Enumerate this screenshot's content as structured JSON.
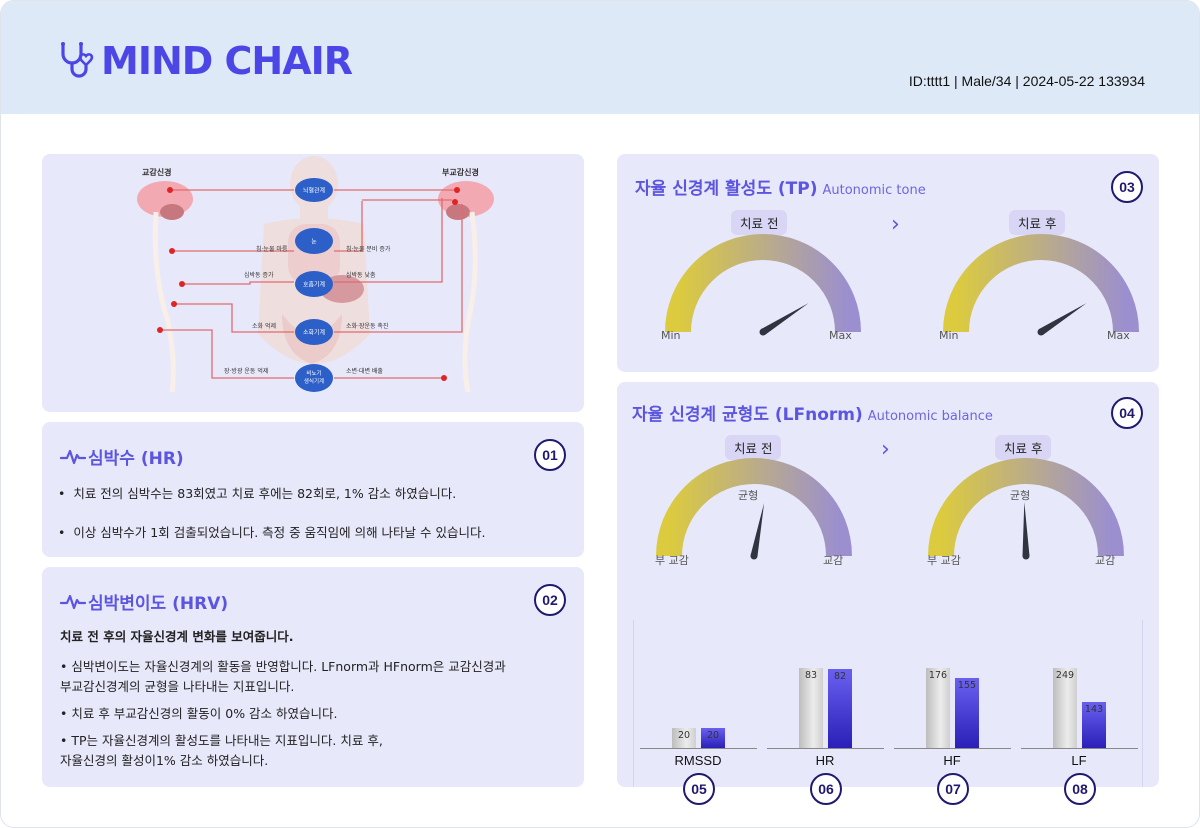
{
  "header": {
    "brand": "MIND CHAIR",
    "patient_info": "ID:tttt1 | Male/34 | 2024-05-22 133934"
  },
  "diagram": {
    "left_label": "교감신경",
    "right_label": "부교감신경",
    "organs": [
      "뇌혈관계",
      "눈",
      "호흡기계",
      "소화기계",
      "비뇨기\n생식기계"
    ],
    "left_effects": [
      "침·눈물 마름",
      "심박동 증가",
      "소화 억제",
      "장·방광 운동 억제"
    ],
    "right_effects": [
      "침·눈물 분비 증가",
      "심박동 낮춤",
      "소화·장운동 촉진",
      "소변·대변 배출"
    ]
  },
  "hr": {
    "title": "심박수 (HR)",
    "badge": "01",
    "bullets": [
      "치료 전의 심박수는 83회였고 치료 후에는 82회로, 1% 감소 하였습니다.",
      "이상 심박수가 1회 검출되었습니다. 측정 중 움직임에 의해 나타날 수 있습니다."
    ]
  },
  "hrv": {
    "title": "심박변이도 (HRV)",
    "badge": "02",
    "intro": "치료 전 후의 자율신경계 변화를 보여줍니다.",
    "p1_line1": "• 심박변이도는 자율신경계의 활동을 반영합니다. LFnorm과 HFnorm은 교감신경과",
    "p1_line2": "부교감신경계의 균형을 나타내는 지표입니다.",
    "p2": "• 치료 후 부교감신경의 활동이 0% 감소 하였습니다.",
    "p3_line1": "• TP는 자율신경계의 활성도를 나타내는 지표입니다. 치료 후,",
    "p3_line2": "자율신경의 활성이1% 감소 하였습니다."
  },
  "tp": {
    "title": "자율 신경계 활성도 (TP)",
    "subtitle": "Autonomic tone",
    "badge": "03",
    "before_label": "치료 전",
    "after_label": "치료 후",
    "min_label": "Min",
    "max_label": "Max",
    "before_level": 0.82,
    "after_level": 0.82
  },
  "lf": {
    "title": "자율 신경계 균형도 (LFnorm)",
    "subtitle": "Autonomic balance",
    "badge": "04",
    "before_label": "치료 전",
    "after_label": "치료 후",
    "left_label": "부 교감",
    "right_label": "교감",
    "center_label": "균형",
    "before_level": 0.56,
    "after_level": 0.49
  },
  "colors": {
    "accent": "#5b55df",
    "card_bg": "#e8e8fb",
    "header_bg": "#dde9f6",
    "gauge_start": "#dccb3e",
    "gauge_end": "#9b8fcf",
    "bar_after": "#3a2fd0"
  },
  "chart_data": {
    "type": "bar",
    "categories": [
      "RMSSD",
      "HR",
      "HF",
      "LF"
    ],
    "badges": [
      "05",
      "06",
      "07",
      "08"
    ],
    "series": [
      {
        "values": [
          20,
          83,
          176,
          249
        ]
      },
      {
        "values": [
          20,
          82,
          155,
          143
        ]
      }
    ],
    "panel_max": {
      "RMSSD": 80,
      "HR": 83,
      "HF": 176,
      "LF": 249
    },
    "ylim": [
      0,
      260
    ]
  }
}
